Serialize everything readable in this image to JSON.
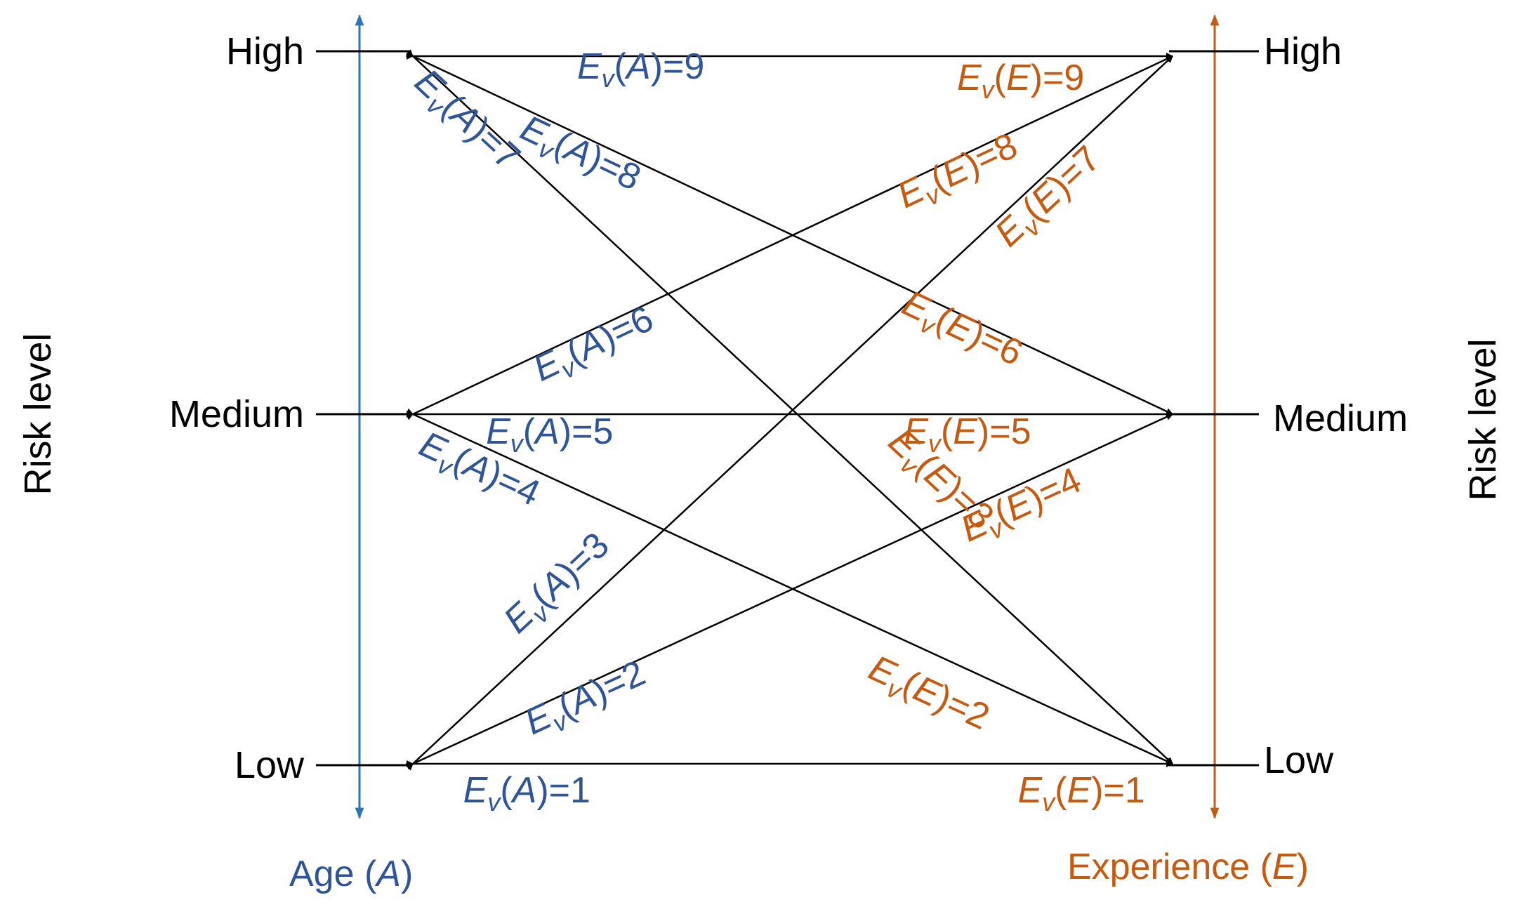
{
  "levels": {
    "high": "High",
    "medium": "Medium",
    "low": "Low"
  },
  "side_titles": {
    "left": "Risk level",
    "right": "Risk level"
  },
  "axes": {
    "left": {
      "prefix": "Age (",
      "var": "A",
      "suffix": ")"
    },
    "right": {
      "prefix": "Experience (",
      "var": "E",
      "suffix": ")"
    }
  },
  "colors": {
    "age": "#2f5597",
    "age_axis": "#2e75b6",
    "experience": "#c55a11",
    "lines": "#000000"
  },
  "edges": [
    {
      "from": "High",
      "to": "High",
      "age": "9",
      "exp": "9"
    },
    {
      "from": "High",
      "to": "Medium",
      "age": "8",
      "exp": "6"
    },
    {
      "from": "High",
      "to": "Low",
      "age": "7",
      "exp": "3"
    },
    {
      "from": "Medium",
      "to": "High",
      "age": "6",
      "exp": "8"
    },
    {
      "from": "Medium",
      "to": "Medium",
      "age": "5",
      "exp": "5"
    },
    {
      "from": "Medium",
      "to": "Low",
      "age": "4",
      "exp": "2"
    },
    {
      "from": "Low",
      "to": "High",
      "age": "3",
      "exp": "7"
    },
    {
      "from": "Low",
      "to": "Medium",
      "age": "2",
      "exp": "4"
    },
    {
      "from": "Low",
      "to": "Low",
      "age": "1",
      "exp": "1"
    }
  ],
  "notation": {
    "symbol": "E",
    "subscript": "v"
  }
}
